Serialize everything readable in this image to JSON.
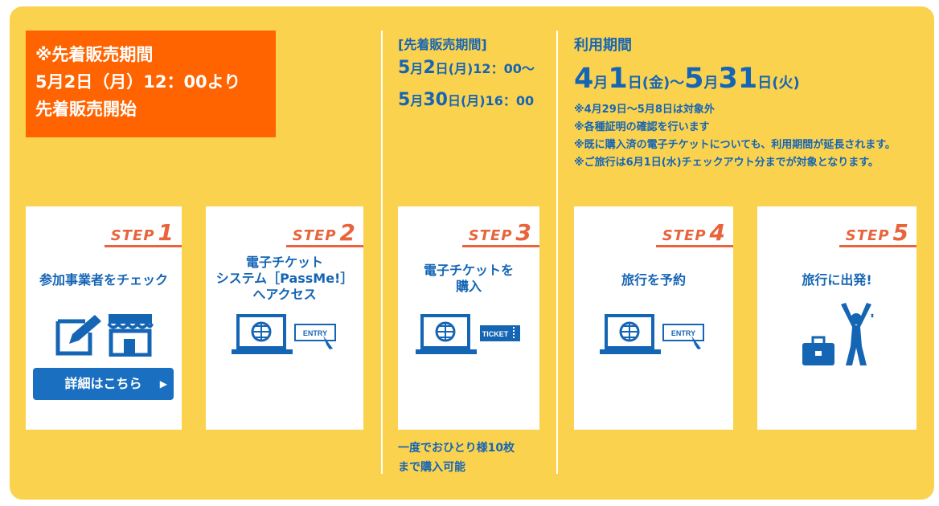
{
  "colors": {
    "panel": "#fbd24e",
    "orange": "#ff6400",
    "blue": "#1565b5",
    "step": "#e8643c"
  },
  "early_sale": {
    "line1": "※先着販売期間",
    "line2": "5月2日（月）12：00より",
    "line3": "先着販売開始"
  },
  "sale_period": {
    "label": "[先着販売期間]",
    "start": {
      "month": "5",
      "m": "月",
      "day": "2",
      "d": "日",
      "dow": "(月)",
      "time": "12：00〜"
    },
    "end": {
      "month": "5",
      "m": "月",
      "day": "30",
      "d": "日",
      "dow": "(月)",
      "time": "16：00"
    },
    "limit_line1": "一度でおひとり様10枚",
    "limit_line2": "まで購入可能"
  },
  "usage_period": {
    "label": "利用期間",
    "start": {
      "month": "4",
      "m": "月",
      "day": "1",
      "d": "日",
      "dow": "(金)"
    },
    "sep": "〜",
    "end": {
      "month": "5",
      "m": "月",
      "day": "31",
      "d": "日",
      "dow": "(火)"
    },
    "notes": [
      "※4月29日〜5月8日は対象外",
      "※各種証明の確認を行います",
      "※既に購入済の電子チケットについても、利用期間が延長されます。",
      "※ご旅行は6月1日(水)チェックアウト分までが対象となります。"
    ]
  },
  "steps": [
    {
      "word": "STEP",
      "num": "1",
      "title_lines": [
        "参加事業者をチェック"
      ],
      "icons": [
        "note-edit-icon",
        "shop-icon"
      ],
      "button": "詳細はこちら",
      "button_arrow": "▶"
    },
    {
      "word": "STEP",
      "num": "2",
      "title_lines": [
        "電子チケット",
        "システム［PassMe!］",
        "へアクセス"
      ],
      "icons": [
        "laptop-globe-icon",
        "entry-button-icon"
      ],
      "entry_label": "ENTRY"
    },
    {
      "word": "STEP",
      "num": "3",
      "title_lines": [
        "電子チケットを",
        "購入"
      ],
      "icons": [
        "laptop-globe-icon",
        "ticket-icon"
      ],
      "ticket_label": "TICKET"
    },
    {
      "word": "STEP",
      "num": "4",
      "title_lines": [
        "旅行を予約"
      ],
      "icons": [
        "laptop-globe-icon",
        "entry-button-icon"
      ],
      "entry_label": "ENTRY"
    },
    {
      "word": "STEP",
      "num": "5",
      "title_lines": [
        "旅行に出発!"
      ],
      "icons": [
        "suitcase-icon",
        "cheering-person-icon"
      ]
    }
  ]
}
